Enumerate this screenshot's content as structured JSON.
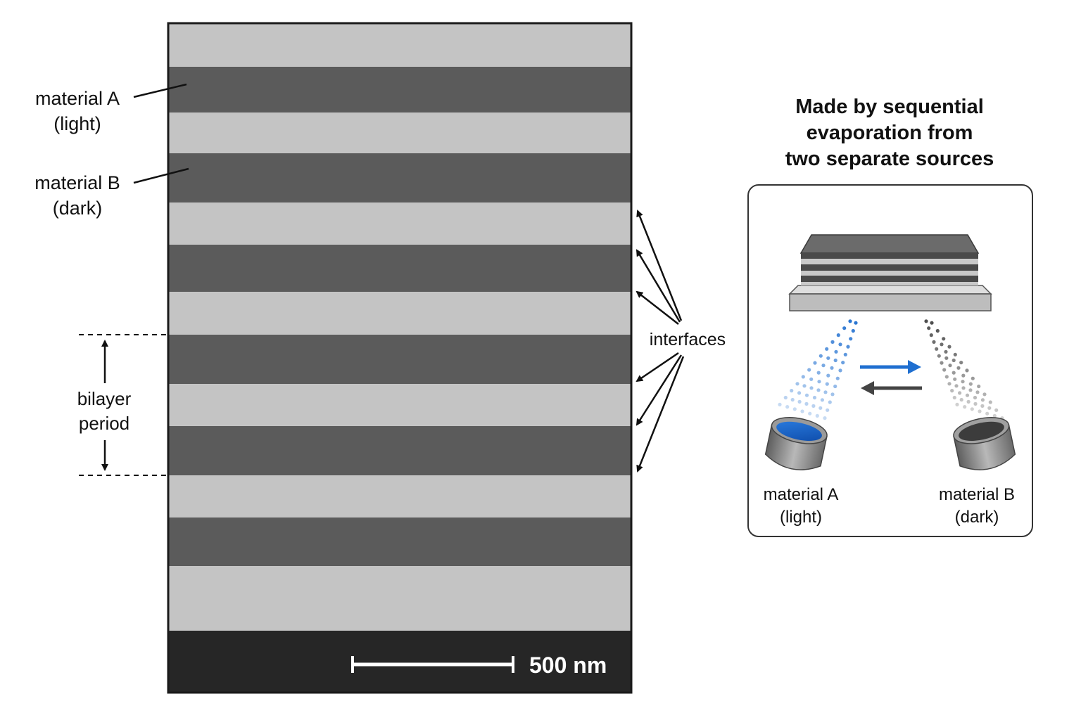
{
  "left_labels": {
    "material_a": [
      "material A",
      "(light)"
    ],
    "material_b": [
      "material B",
      "(dark)"
    ],
    "bilayer_period": [
      "bilayer",
      "period"
    ],
    "interfaces": "interfaces"
  },
  "scale_bar": {
    "text": "500 nm"
  },
  "right_panel": {
    "title": [
      "Made by sequential",
      "evaporation from",
      "two separate sources"
    ],
    "source_a": [
      "material A",
      "(light)"
    ],
    "source_b": [
      "material B",
      "(dark)"
    ]
  },
  "colors": {
    "light_layer": "#c4c4c4",
    "dark_layer": "#5b5b5b",
    "image_base": "#262626",
    "frame": "#1a1a1a",
    "source_a_accent": "#1f6fd0",
    "source_b_accent": "#444444"
  }
}
